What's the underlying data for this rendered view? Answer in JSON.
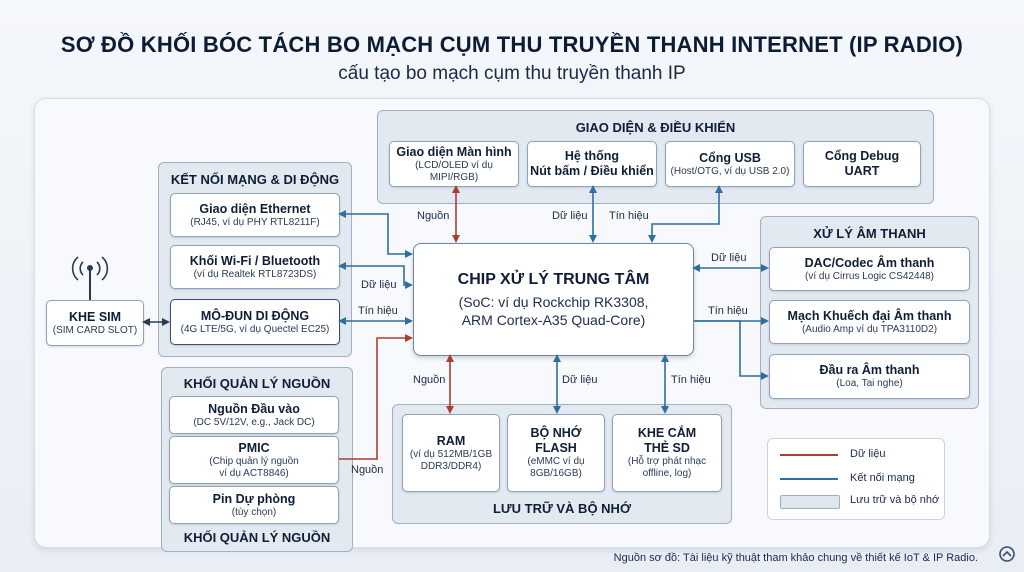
{
  "title": "SƠ ĐỒ KHỐI BÓC TÁCH BO MẠCH CỤM THU TRUYỀN THANH INTERNET (IP RADIO)",
  "subtitle": "cấu tạo bo mạch cụm thu truyền thanh IP",
  "colors": {
    "data": "#a6412f",
    "network": "#2f6f9f",
    "storage": "#dfe6ef"
  },
  "groups": {
    "interface": "GIAO DIỆN & ĐIỀU KHIỂN",
    "network": "KẾT NỐI MẠNG & DI ĐỘNG",
    "audio": "XỬ LÝ ÂM THANH",
    "power_top": "KHỐI QUẢN LÝ NGUỒN",
    "power_bottom": "KHỐI QUẢN LÝ NGUỒN",
    "storage": "LƯU TRỮ VÀ BỘ NHỚ"
  },
  "interface": [
    {
      "title": "Giao diện Màn hình",
      "sub": "(LCD/OLED ví dụ MIPI/RGB)"
    },
    {
      "title": "Hệ thống",
      "title2": "Nút bấm / Điều khiển"
    },
    {
      "title": "Cổng USB",
      "sub": "(Host/OTG, ví dụ USB 2.0)"
    },
    {
      "title": "Cổng Debug",
      "title2": "UART"
    }
  ],
  "network": [
    {
      "title": "Giao diện Ethernet",
      "sub": "(RJ45, ví dụ PHY RTL8211F)"
    },
    {
      "title": "Khối Wi-Fi / Bluetooth",
      "sub": "(ví dụ Realtek RTL8723DS)"
    },
    {
      "title": "MÔ-ĐUN DI ĐỘNG",
      "sub": "(4G LTE/5G, ví dụ Quectel EC25)"
    }
  ],
  "sim": {
    "title": "KHE SIM",
    "sub": "(SIM CARD SLOT)"
  },
  "cpu": {
    "title": "CHIP XỬ LÝ TRUNG TÂM",
    "line1": "(SoC: ví dụ Rockchip RK3308,",
    "line2": "ARM Cortex-A35 Quad-Core)"
  },
  "audio": [
    {
      "title": "DAC/Codec Âm thanh",
      "sub": "(ví dụ Cirrus Logic CS42448)"
    },
    {
      "title": "Mạch Khuếch đại Âm thanh",
      "sub": "(Audio Amp ví dụ TPA3110D2)"
    },
    {
      "title": "Đầu ra Âm thanh",
      "sub": "(Loa, Tai nghe)"
    }
  ],
  "power": [
    {
      "title": "Nguồn Đầu vào",
      "sub": "(DC 5V/12V, e.g., Jack DC)"
    },
    {
      "title": "PMIC",
      "sub1": "(Chip quản lý nguồn",
      "sub2": "ví dụ ACT8846)"
    },
    {
      "title": "Pin Dự phòng",
      "sub": "(tùy chọn)"
    }
  ],
  "storage": [
    {
      "title": "RAM",
      "sub1": "(ví dụ 512MB/1GB",
      "sub2": "DDR3/DDR4)"
    },
    {
      "title": "BỘ NHỚ FLASH",
      "sub1": "(eMMC ví dụ",
      "sub2": "8GB/16GB)"
    },
    {
      "title": "KHE CẮM",
      "title2": "THẺ SD",
      "sub1": "(Hỗ trợ phát nhạc",
      "sub2": "offline, log)"
    }
  ],
  "labels": {
    "nguon_top": "Nguồn",
    "dulieu_top": "Dữ liệu",
    "tinhieu_top": "Tín hiệu",
    "dulieu_left": "Dữ liệu",
    "tinhieu_left": "Tín hiệu",
    "dulieu_right": "Dữ liệu",
    "tinhieu_right": "Tín hiệu",
    "nguon_bottom": "Nguồn",
    "dulieu_bottom": "Dữ liệu",
    "tinhieu_bottom": "Tín hiệu",
    "nguon_pmic": "Nguồn"
  },
  "legend": [
    {
      "type": "line",
      "color": "#a6412f",
      "text": "Dữ liệu"
    },
    {
      "type": "line",
      "color": "#2f6f9f",
      "text": "Kết nối mạng"
    },
    {
      "type": "box",
      "text": "Lưu trữ và bộ nhớ"
    }
  ],
  "source": "Nguồn sơ đồ: Tài liệu kỹ thuật tham khảo chung về thiết kế IoT & IP Radio."
}
